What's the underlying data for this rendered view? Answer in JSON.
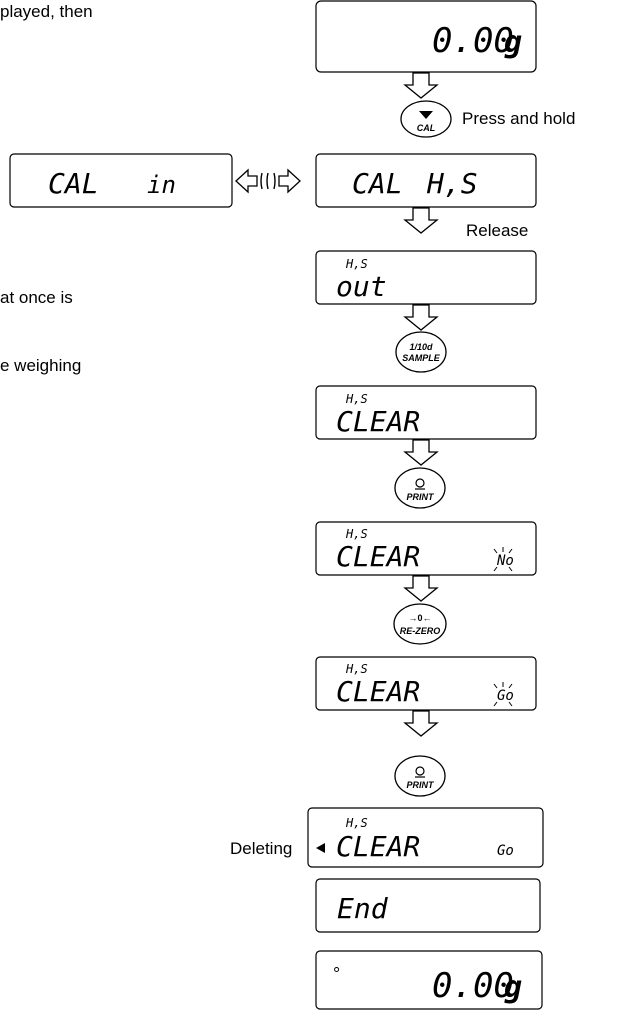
{
  "text_fragments": {
    "top": "played,  then",
    "mid1": "at once is",
    "mid2": "e  weighing"
  },
  "labels": {
    "press_and_hold": "Press and hold",
    "release": "Release",
    "deleting": "Deleting"
  },
  "buttons": {
    "cal": {
      "label": "CAL",
      "icon": "triangle-down-icon"
    },
    "sample": {
      "line1": "1/10d",
      "line2": "SAMPLE"
    },
    "print": {
      "label": "PRINT",
      "icon": "print-icon"
    },
    "rezero": {
      "label": "RE-ZERO",
      "icon": "zero-arrows-icon"
    }
  },
  "displays": {
    "d1": {
      "main": "0.00",
      "unit": "g"
    },
    "cal_in": {
      "left": "CAL",
      "right": "in"
    },
    "cal_his": {
      "left": "CAL",
      "right": "H,S"
    },
    "out": {
      "small": "H,S",
      "main": "out"
    },
    "clear1": {
      "small": "H,S",
      "main": "CLEAR"
    },
    "clear_no": {
      "small": "H,S",
      "main": "CLEAR",
      "flag": "No"
    },
    "clear_go_blink": {
      "small": "H,S",
      "main": "CLEAR",
      "flag": "Go"
    },
    "deleting": {
      "small": "H,S",
      "main": "CLEAR",
      "flag": "Go"
    },
    "end": {
      "main": "End"
    },
    "final": {
      "indicator": "°",
      "main": "0.00",
      "unit": "g"
    }
  }
}
